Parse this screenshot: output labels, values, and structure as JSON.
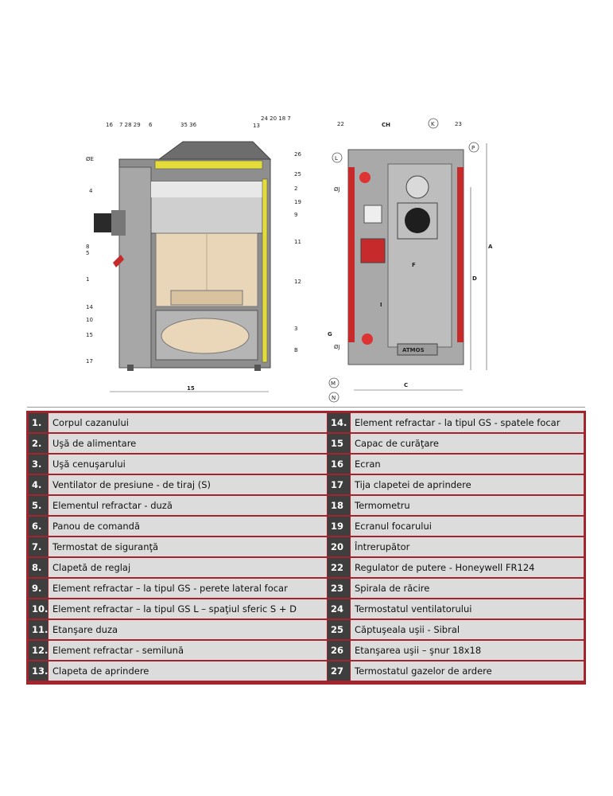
{
  "diagram": {
    "left_labels": [
      "15",
      "16",
      "7 28 29",
      "6",
      "35 36",
      "24 20 18 7",
      "13",
      "ØE",
      "4",
      "8",
      "5",
      "1",
      "14",
      "10",
      "15",
      "17",
      "26",
      "25",
      "2",
      "19",
      "9",
      "11",
      "12",
      "3",
      "B"
    ],
    "right_labels": [
      "22",
      "CH",
      "K",
      "23",
      "L",
      "P",
      "ØJ",
      "A",
      "D",
      "F",
      "I",
      "G",
      "ØJ",
      "M",
      "N",
      "C"
    ],
    "nameplate": "ATMOS"
  },
  "legend": {
    "left": [
      {
        "num": "1.",
        "text": "Corpul cazanului"
      },
      {
        "num": "2.",
        "text": "Uşă de alimentare"
      },
      {
        "num": "3.",
        "text": "Uşă cenuşarului"
      },
      {
        "num": "4.",
        "text": "Ventilator de presiune - de tiraj (S)"
      },
      {
        "num": "5.",
        "text": "Elementul refractar - duză"
      },
      {
        "num": "6.",
        "text": "Panou de comandă"
      },
      {
        "num": "7.",
        "text": "Termostat de siguranţă"
      },
      {
        "num": "8.",
        "text": "Clapetă de reglaj"
      },
      {
        "num": "9.",
        "text": "Element refractar – la tipul GS - perete lateral focar"
      },
      {
        "num": "10.",
        "text": "Element refractar – la tipul GS L – spaţiul sferic S + D"
      },
      {
        "num": "11.",
        "text": "Etanşare duza"
      },
      {
        "num": "12.",
        "text": "Element refractar - semilună"
      },
      {
        "num": "13.",
        "text": "Clapeta de aprindere"
      }
    ],
    "right": [
      {
        "num": "14.",
        "text": "Element refractar - la tipul GS - spatele focar"
      },
      {
        "num": "15",
        "text": "Capac de curăţare"
      },
      {
        "num": "16",
        "text": "Ecran"
      },
      {
        "num": "17",
        "text": "Tija clapetei de aprindere"
      },
      {
        "num": "18",
        "text": "Termometru"
      },
      {
        "num": "19",
        "text": "Ecranul focarului"
      },
      {
        "num": "20",
        "text": "Întrerupător"
      },
      {
        "num": "22",
        "text": "Regulator de putere - Honeywell FR124"
      },
      {
        "num": "23",
        "text": "Spirala de răcire"
      },
      {
        "num": "24",
        "text": "Termostatul ventilatorului"
      },
      {
        "num": "25",
        "text": "Căptuşeala uşii - Sibral"
      },
      {
        "num": "26",
        "text": "Etanşarea uşii – şnur 18x18"
      },
      {
        "num": "27",
        "text": "Termostatul gazelor de ardere"
      }
    ]
  },
  "colors": {
    "accent": "#a3242c",
    "header_cell": "#3e3e3e",
    "cell": "#dcdcdc"
  }
}
